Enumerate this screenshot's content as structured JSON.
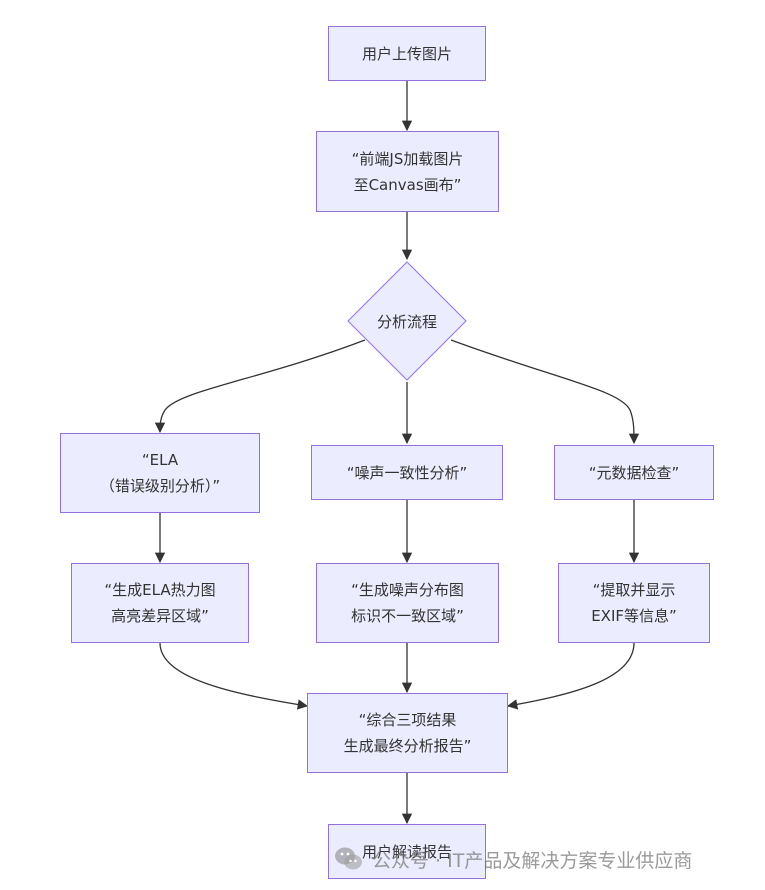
{
  "nodes": {
    "upload": [
      "用户上传图片"
    ],
    "load": [
      "“前端JS加载图片",
      "至Canvas画布”"
    ],
    "flow": [
      "分析流程"
    ],
    "ela": [
      "“ELA",
      "（错误级别分析）”"
    ],
    "noise": [
      "“噪声一致性分析”"
    ],
    "meta": [
      "“元数据检查”"
    ],
    "ela_result": [
      "“生成ELA热力图",
      "高亮差异区域”"
    ],
    "noise_result": [
      "“生成噪声分布图",
      "标识不一致区域”"
    ],
    "meta_result": [
      "“提取并显示",
      "EXIF等信息”"
    ],
    "report": [
      "“综合三项结果",
      "生成最终分析报告”"
    ],
    "read": [
      "用户解读报告"
    ]
  },
  "watermark": {
    "text": "公众号 · IT产品及解决方案专业供应商",
    "icon": "wechat-icon"
  },
  "colors": {
    "node_fill": "#ececff",
    "node_border": "#9370db",
    "edge": "#333333"
  }
}
